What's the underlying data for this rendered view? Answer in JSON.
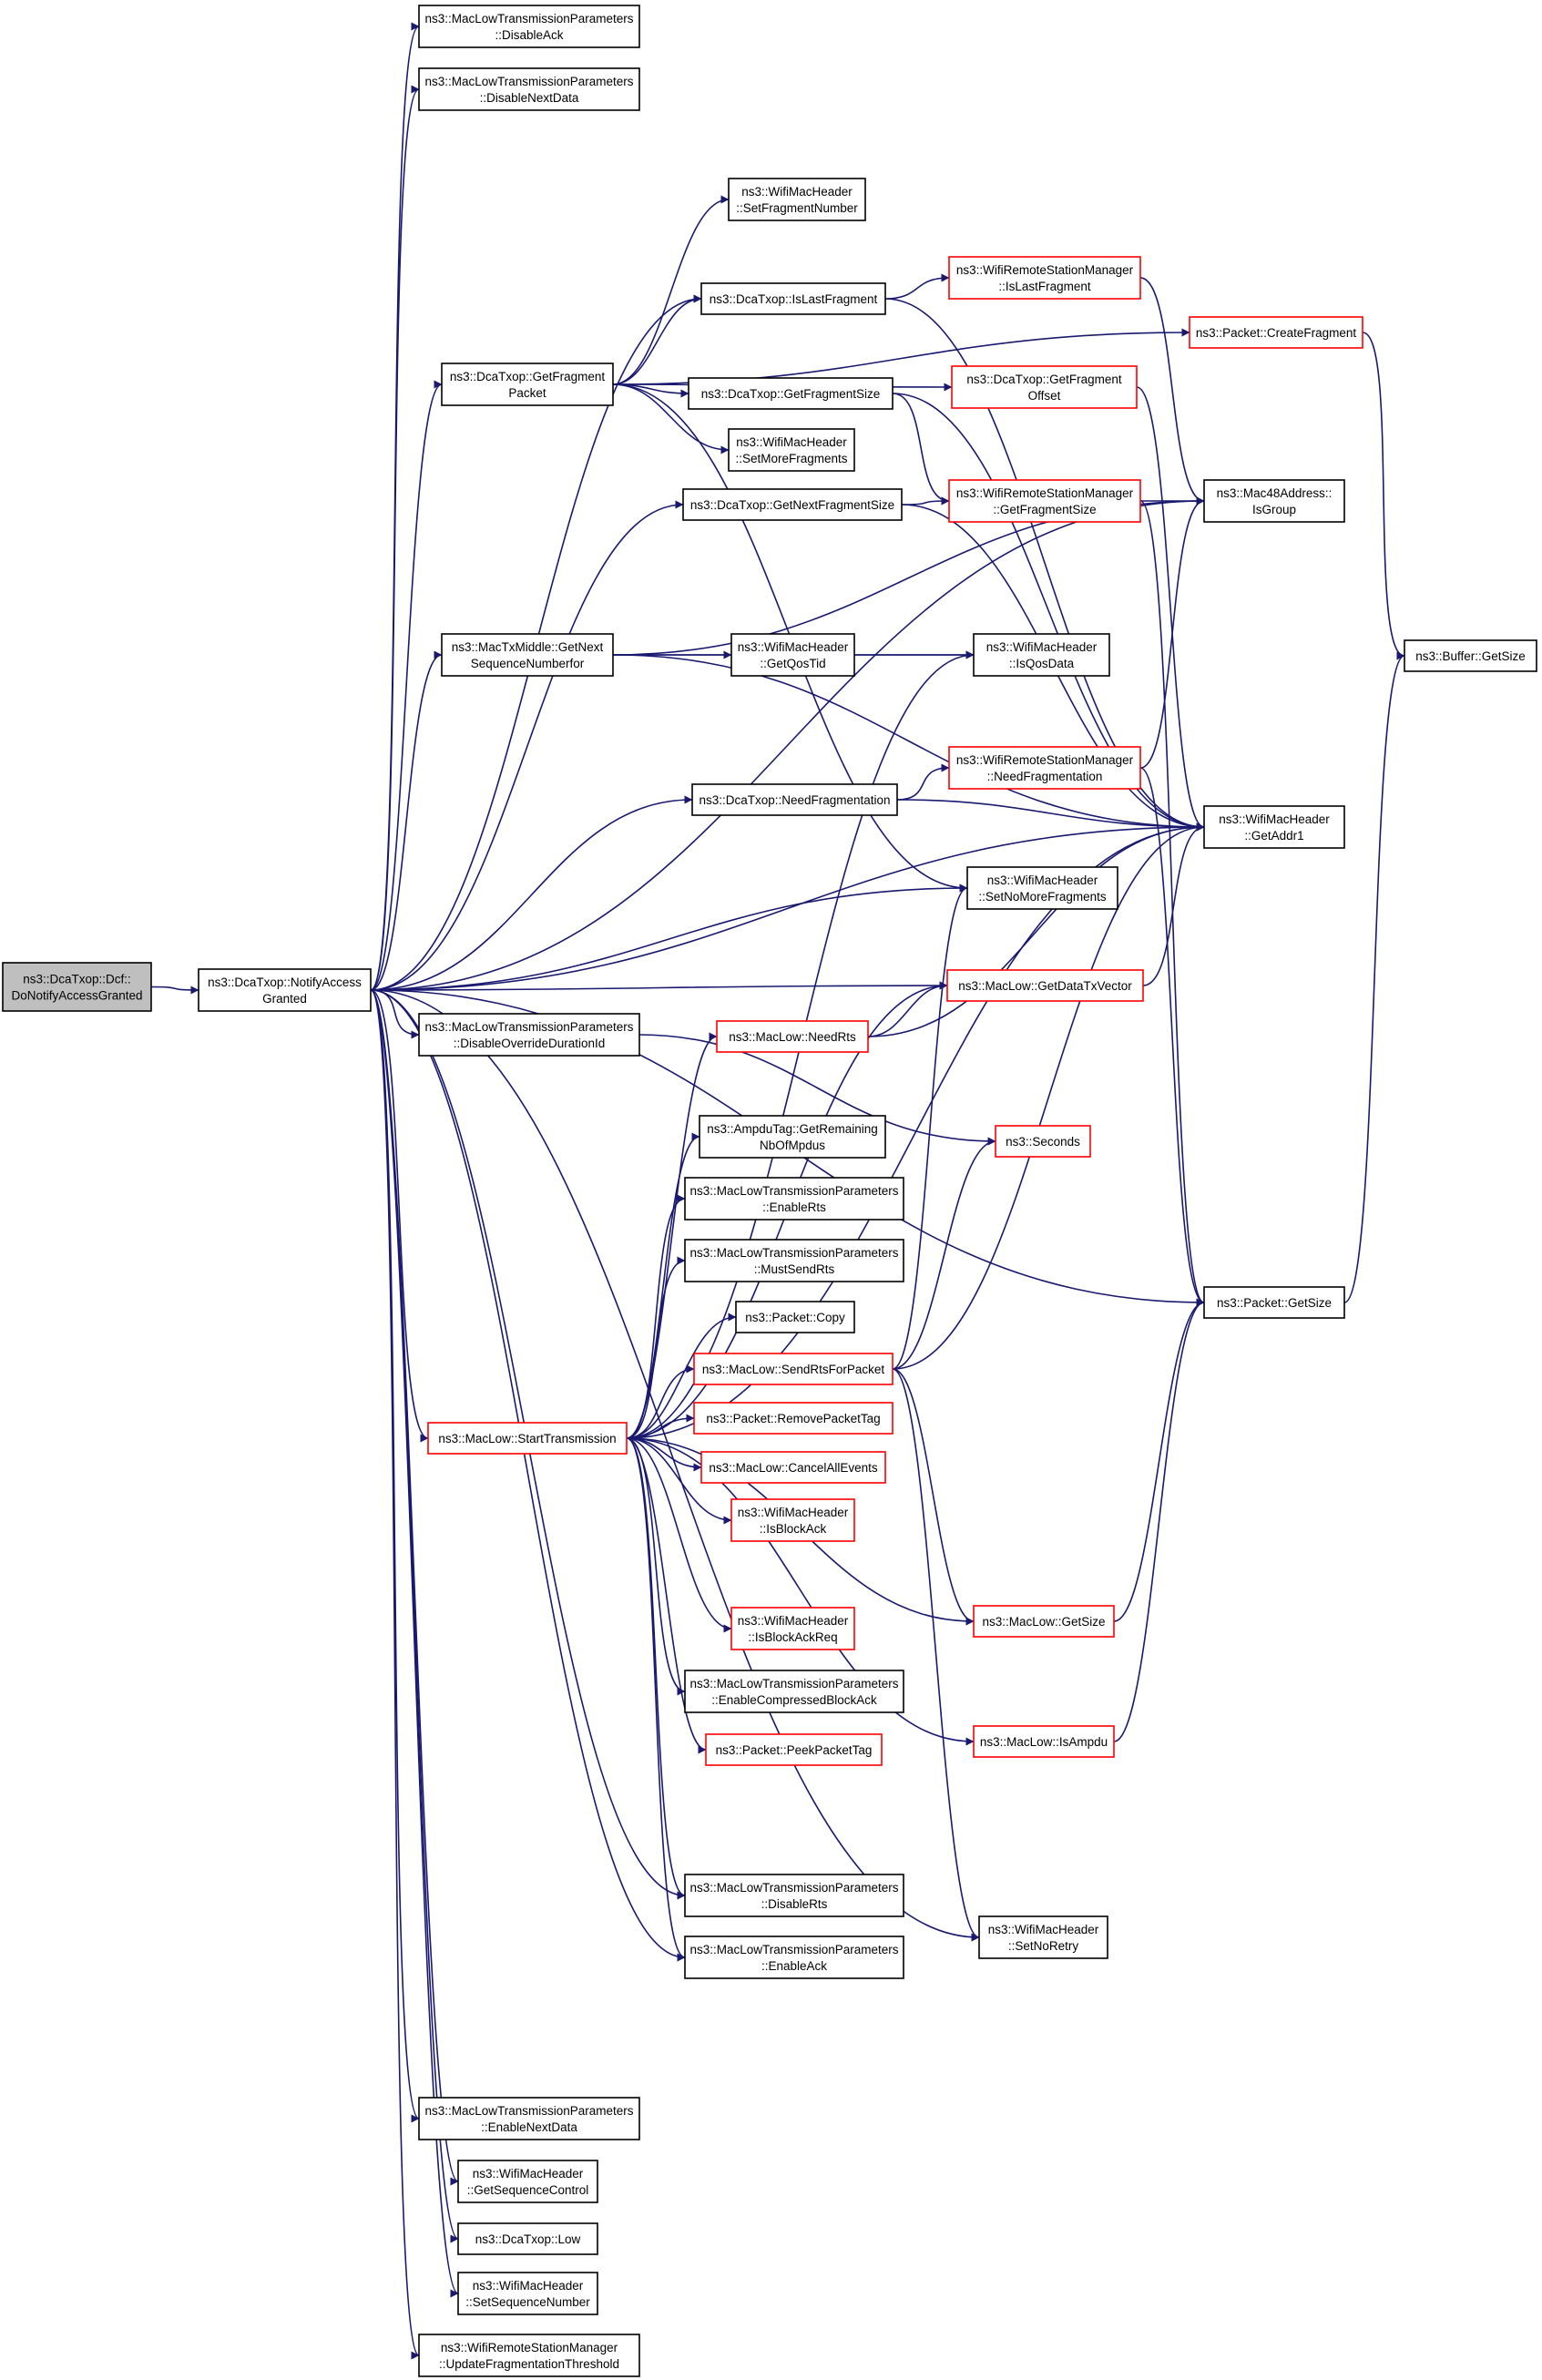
{
  "colors": {
    "edge": "#191970",
    "node_border_default": "#000000",
    "node_border_truncated": "#ff0000",
    "node_fill_default": "#ffffff",
    "node_fill_root": "#bfbfbf"
  },
  "nodes": {
    "root": {
      "lines": [
        "ns3::DcaTxop::Dcf::",
        "DoNotifyAccessGranted"
      ],
      "style": "root"
    },
    "notify": {
      "lines": [
        "ns3::DcaTxop::NotifyAccess",
        "Granted"
      ],
      "style": "normal"
    },
    "disableAck": {
      "lines": [
        "ns3::MacLowTransmissionParameters",
        "::DisableAck"
      ],
      "style": "normal"
    },
    "disableNextData": {
      "lines": [
        "ns3::MacLowTransmissionParameters",
        "::DisableNextData"
      ],
      "style": "normal"
    },
    "setFragNum": {
      "lines": [
        "ns3::WifiMacHeader",
        "::SetFragmentNumber"
      ],
      "style": "normal"
    },
    "isLastFragDca": {
      "lines": [
        "ns3::DcaTxop::IsLastFragment"
      ],
      "style": "normal"
    },
    "rsmIsLastFrag": {
      "lines": [
        "ns3::WifiRemoteStationManager",
        "::IsLastFragment"
      ],
      "style": "red"
    },
    "createFragment": {
      "lines": [
        "ns3::Packet::CreateFragment"
      ],
      "style": "red"
    },
    "getFragPacket": {
      "lines": [
        "ns3::DcaTxop::GetFragment",
        "Packet"
      ],
      "style": "normal"
    },
    "getFragOffset": {
      "lines": [
        "ns3::DcaTxop::GetFragment",
        "Offset"
      ],
      "style": "red"
    },
    "getFragSize": {
      "lines": [
        "ns3::DcaTxop::GetFragmentSize"
      ],
      "style": "normal"
    },
    "setMoreFrags": {
      "lines": [
        "ns3::WifiMacHeader",
        "::SetMoreFragments"
      ],
      "style": "normal"
    },
    "getNextFragSize": {
      "lines": [
        "ns3::DcaTxop::GetNextFragmentSize"
      ],
      "style": "normal"
    },
    "rsmGetFragSize": {
      "lines": [
        "ns3::WifiRemoteStationManager",
        "::GetFragmentSize"
      ],
      "style": "red"
    },
    "isGroup": {
      "lines": [
        "ns3::Mac48Address::",
        "IsGroup"
      ],
      "style": "normal"
    },
    "bufferGetSize": {
      "lines": [
        "ns3::Buffer::GetSize"
      ],
      "style": "normal"
    },
    "getNextSeq": {
      "lines": [
        "ns3::MacTxMiddle::GetNext",
        "SequenceNumberfor"
      ],
      "style": "normal"
    },
    "getQosTid": {
      "lines": [
        "ns3::WifiMacHeader",
        "::GetQosTid"
      ],
      "style": "normal"
    },
    "isQosData": {
      "lines": [
        "ns3::WifiMacHeader",
        "::IsQosData"
      ],
      "style": "normal"
    },
    "needFragDca": {
      "lines": [
        "ns3::DcaTxop::NeedFragmentation"
      ],
      "style": "normal"
    },
    "rsmNeedFrag": {
      "lines": [
        "ns3::WifiRemoteStationManager",
        "::NeedFragmentation"
      ],
      "style": "red"
    },
    "getAddr1": {
      "lines": [
        "ns3::WifiMacHeader",
        "::GetAddr1"
      ],
      "style": "normal"
    },
    "setNoMoreFrags": {
      "lines": [
        "ns3::WifiMacHeader",
        "::SetNoMoreFragments"
      ],
      "style": "normal"
    },
    "getDataTxVector": {
      "lines": [
        "ns3::MacLow::GetDataTxVector"
      ],
      "style": "red"
    },
    "disableOverride": {
      "lines": [
        "ns3::MacLowTransmissionParameters",
        "::DisableOverrideDurationId"
      ],
      "style": "normal"
    },
    "needRts": {
      "lines": [
        "ns3::MacLow::NeedRts"
      ],
      "style": "red"
    },
    "seconds": {
      "lines": [
        "ns3::Seconds"
      ],
      "style": "red"
    },
    "ampduTag": {
      "lines": [
        "ns3::AmpduTag::GetRemaining",
        "NbOfMpdus"
      ],
      "style": "normal"
    },
    "enableRts": {
      "lines": [
        "ns3::MacLowTransmissionParameters",
        "::EnableRts"
      ],
      "style": "normal"
    },
    "mustSendRts": {
      "lines": [
        "ns3::MacLowTransmissionParameters",
        "::MustSendRts"
      ],
      "style": "normal"
    },
    "packetCopy": {
      "lines": [
        "ns3::Packet::Copy"
      ],
      "style": "normal"
    },
    "packetGetSize": {
      "lines": [
        "ns3::Packet::GetSize"
      ],
      "style": "normal"
    },
    "sendRtsForPacket": {
      "lines": [
        "ns3::MacLow::SendRtsForPacket"
      ],
      "style": "red"
    },
    "startTx": {
      "lines": [
        "ns3::MacLow::StartTransmission"
      ],
      "style": "red"
    },
    "removePacketTag": {
      "lines": [
        "ns3::Packet::RemovePacketTag"
      ],
      "style": "red"
    },
    "cancelAllEvents": {
      "lines": [
        "ns3::MacLow::CancelAllEvents"
      ],
      "style": "red"
    },
    "isBlockAck": {
      "lines": [
        "ns3::WifiMacHeader",
        "::IsBlockAck"
      ],
      "style": "red"
    },
    "macLowGetSize": {
      "lines": [
        "ns3::MacLow::GetSize"
      ],
      "style": "red"
    },
    "isBlockAckReq": {
      "lines": [
        "ns3::WifiMacHeader",
        "::IsBlockAckReq"
      ],
      "style": "red"
    },
    "enableCompressed": {
      "lines": [
        "ns3::MacLowTransmissionParameters",
        "::EnableCompressedBlockAck"
      ],
      "style": "normal"
    },
    "isAmpdu": {
      "lines": [
        "ns3::MacLow::IsAmpdu"
      ],
      "style": "red"
    },
    "peekPacketTag": {
      "lines": [
        "ns3::Packet::PeekPacketTag"
      ],
      "style": "red"
    },
    "disableRts": {
      "lines": [
        "ns3::MacLowTransmissionParameters",
        "::DisableRts"
      ],
      "style": "normal"
    },
    "setNoRetry": {
      "lines": [
        "ns3::WifiMacHeader",
        "::SetNoRetry"
      ],
      "style": "normal"
    },
    "enableAck": {
      "lines": [
        "ns3::MacLowTransmissionParameters",
        "::EnableAck"
      ],
      "style": "normal"
    },
    "enableNextData": {
      "lines": [
        "ns3::MacLowTransmissionParameters",
        "::EnableNextData"
      ],
      "style": "normal"
    },
    "getSeqControl": {
      "lines": [
        "ns3::WifiMacHeader",
        "::GetSequenceControl"
      ],
      "style": "normal"
    },
    "dcaLow": {
      "lines": [
        "ns3::DcaTxop::Low"
      ],
      "style": "normal"
    },
    "setSeqNumber": {
      "lines": [
        "ns3::WifiMacHeader",
        "::SetSequenceNumber"
      ],
      "style": "normal"
    },
    "updateFragThresh": {
      "lines": [
        "ns3::WifiRemoteStationManager",
        "::UpdateFragmentationThreshold"
      ],
      "style": "normal"
    }
  },
  "edges": [
    [
      "root",
      "notify"
    ],
    [
      "notify",
      "disableAck"
    ],
    [
      "notify",
      "disableNextData"
    ],
    [
      "notify",
      "isGroup"
    ],
    [
      "notify",
      "isLastFragDca"
    ],
    [
      "notify",
      "getFragPacket"
    ],
    [
      "notify",
      "getNextFragSize"
    ],
    [
      "notify",
      "getNextSeq"
    ],
    [
      "notify",
      "needFragDca"
    ],
    [
      "notify",
      "setNoMoreFrags"
    ],
    [
      "notify",
      "getAddr1"
    ],
    [
      "notify",
      "getDataTxVector"
    ],
    [
      "notify",
      "disableOverride"
    ],
    [
      "notify",
      "startTx"
    ],
    [
      "notify",
      "disableRts"
    ],
    [
      "notify",
      "enableAck"
    ],
    [
      "notify",
      "setNoRetry"
    ],
    [
      "notify",
      "packetGetSize"
    ],
    [
      "notify",
      "enableNextData"
    ],
    [
      "notify",
      "getSeqControl"
    ],
    [
      "notify",
      "dcaLow"
    ],
    [
      "notify",
      "setSeqNumber"
    ],
    [
      "notify",
      "updateFragThresh"
    ],
    [
      "getFragPacket",
      "setFragNum"
    ],
    [
      "getFragPacket",
      "isLastFragDca"
    ],
    [
      "getFragPacket",
      "createFragment"
    ],
    [
      "getFragPacket",
      "getFragOffset"
    ],
    [
      "getFragPacket",
      "getFragSize"
    ],
    [
      "getFragPacket",
      "setMoreFrags"
    ],
    [
      "getFragPacket",
      "setNoMoreFrags"
    ],
    [
      "isLastFragDca",
      "rsmIsLastFrag"
    ],
    [
      "isLastFragDca",
      "getAddr1"
    ],
    [
      "rsmIsLastFrag",
      "isGroup"
    ],
    [
      "getFragOffset",
      "getAddr1"
    ],
    [
      "getFragSize",
      "rsmGetFragSize"
    ],
    [
      "getFragSize",
      "getAddr1"
    ],
    [
      "getNextFragSize",
      "rsmGetFragSize"
    ],
    [
      "getNextFragSize",
      "getAddr1"
    ],
    [
      "rsmGetFragSize",
      "isGroup"
    ],
    [
      "rsmGetFragSize",
      "packetGetSize"
    ],
    [
      "createFragment",
      "bufferGetSize"
    ],
    [
      "getNextSeq",
      "isGroup"
    ],
    [
      "getNextSeq",
      "getQosTid"
    ],
    [
      "getNextSeq",
      "isQosData"
    ],
    [
      "getNextSeq",
      "getAddr1"
    ],
    [
      "getQosTid",
      "isQosData"
    ],
    [
      "needFragDca",
      "rsmNeedFrag"
    ],
    [
      "needFragDca",
      "getAddr1"
    ],
    [
      "rsmNeedFrag",
      "isGroup"
    ],
    [
      "rsmNeedFrag",
      "packetGetSize"
    ],
    [
      "getDataTxVector",
      "getAddr1"
    ],
    [
      "disableOverride",
      "seconds"
    ],
    [
      "needRts",
      "getDataTxVector"
    ],
    [
      "needRts",
      "getAddr1"
    ],
    [
      "sendRtsForPacket",
      "setNoMoreFrags"
    ],
    [
      "sendRtsForPacket",
      "seconds"
    ],
    [
      "sendRtsForPacket",
      "getAddr1"
    ],
    [
      "sendRtsForPacket",
      "macLowGetSize"
    ],
    [
      "sendRtsForPacket",
      "setNoRetry"
    ],
    [
      "startTx",
      "isQosData"
    ],
    [
      "startTx",
      "getDataTxVector"
    ],
    [
      "startTx",
      "needRts"
    ],
    [
      "startTx",
      "ampduTag"
    ],
    [
      "startTx",
      "enableRts"
    ],
    [
      "startTx",
      "mustSendRts"
    ],
    [
      "startTx",
      "packetCopy"
    ],
    [
      "startTx",
      "sendRtsForPacket"
    ],
    [
      "startTx",
      "removePacketTag"
    ],
    [
      "startTx",
      "cancelAllEvents"
    ],
    [
      "startTx",
      "isBlockAck"
    ],
    [
      "startTx",
      "getAddr1"
    ],
    [
      "startTx",
      "macLowGetSize"
    ],
    [
      "startTx",
      "isBlockAckReq"
    ],
    [
      "startTx",
      "enableCompressed"
    ],
    [
      "startTx",
      "isAmpdu"
    ],
    [
      "startTx",
      "peekPacketTag"
    ],
    [
      "startTx",
      "disableRts"
    ],
    [
      "startTx",
      "enableAck"
    ],
    [
      "macLowGetSize",
      "packetGetSize"
    ],
    [
      "isAmpdu",
      "packetGetSize"
    ],
    [
      "packetGetSize",
      "bufferGetSize"
    ]
  ]
}
